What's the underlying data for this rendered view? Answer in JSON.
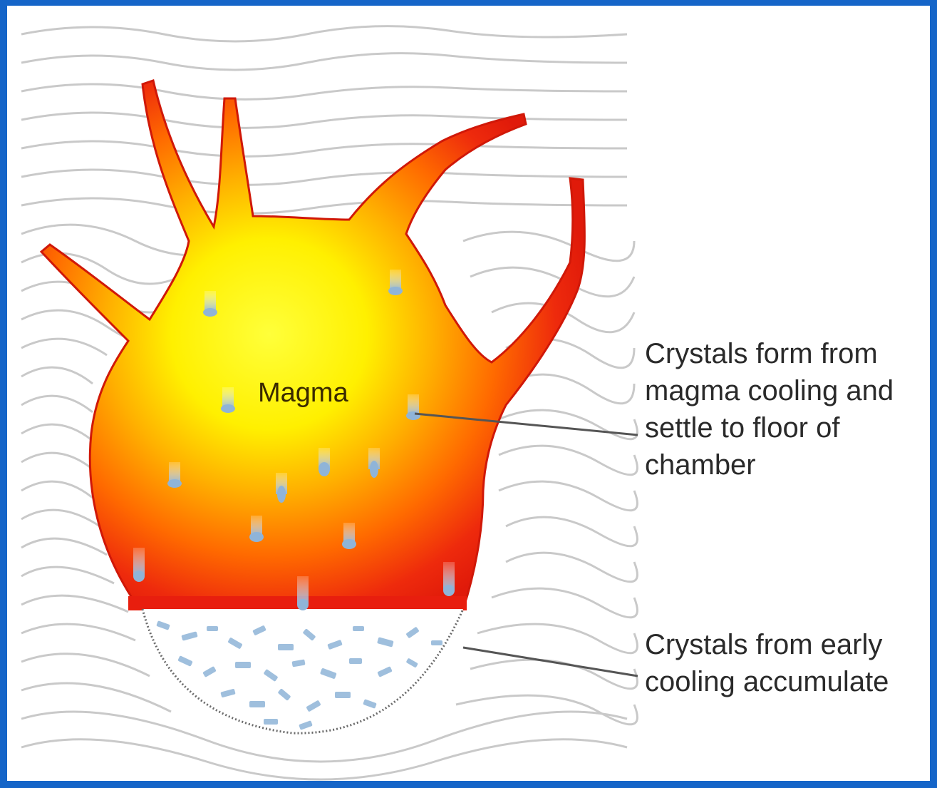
{
  "diagram": {
    "magma_label": "Magma",
    "callouts": [
      {
        "id": "crystals-form",
        "text": "Crystals form from\nmagma cooling and\nsettle to floor of\nchamber"
      },
      {
        "id": "crystals-accumulate",
        "text": "Crystals from early\ncooling accumulate"
      }
    ],
    "colors": {
      "frame": "#1565c8",
      "magma_outer": "#e81e0e",
      "magma_mid": "#ff8a00",
      "magma_inner": "#ffee00",
      "crystal": "#8fb4d8",
      "rock_lines": "#c8c8c8"
    }
  }
}
